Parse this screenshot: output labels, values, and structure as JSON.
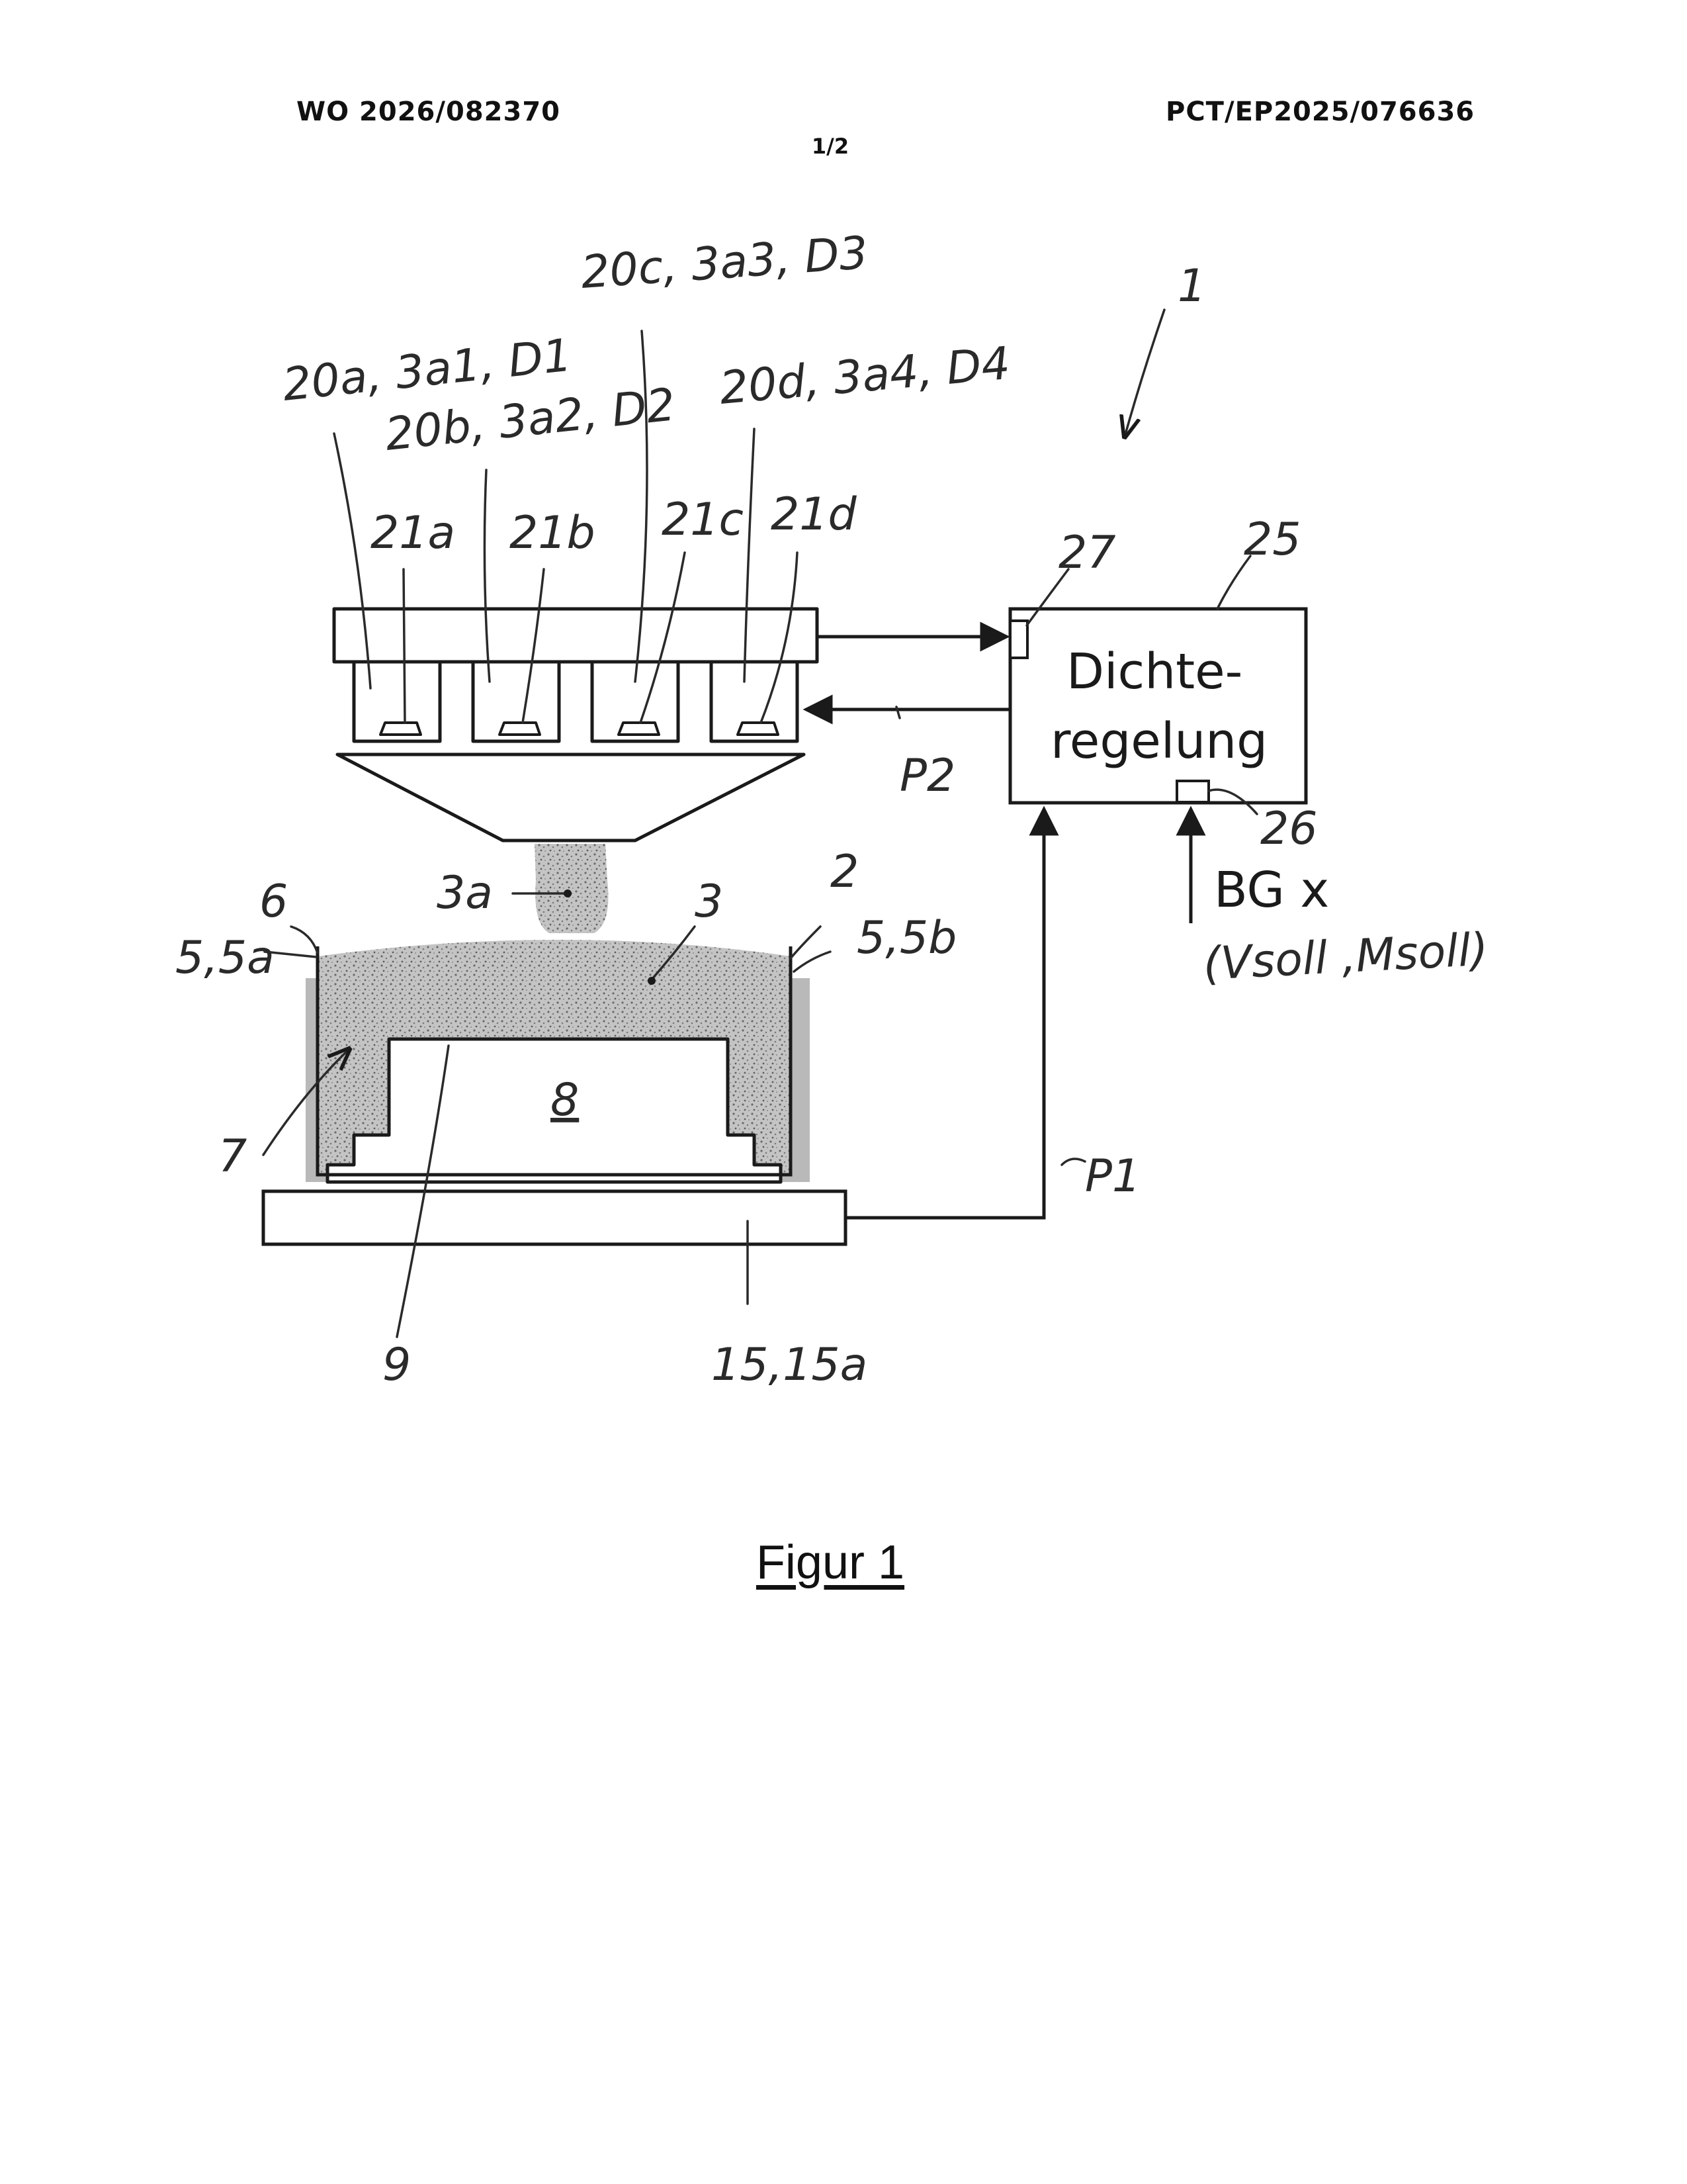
{
  "header": {
    "publication_number": "WO 2026/082370",
    "application_number": "PCT/EP2025/076636",
    "sheet": "1/2"
  },
  "figure": {
    "caption": "Figur 1",
    "controller": {
      "line1": "Dichte-",
      "line2": "regelung",
      "input_line1": "BG x",
      "input_line2": "(Vsoll ,Msoll)"
    },
    "labels": {
      "system": "1",
      "mold": "2",
      "material": "3",
      "stream": "3a",
      "wall_left": "5,5a",
      "wall_right": "5,5b",
      "rim": "6",
      "cavity": "7",
      "core": "8",
      "core_surface": "9",
      "scale": "15,15a",
      "doser_a": "20a, 3a1, D1",
      "doser_b": "20b, 3a2, D2",
      "doser_c": "20c, 3a3, D3",
      "doser_d": "20d, 3a4, D4",
      "outlet_a": "21a",
      "outlet_b": "21b",
      "outlet_c": "21c",
      "outlet_d": "21d",
      "controller_ref": "25",
      "setpoint_input": "26",
      "signal_input": "27",
      "signal_p1": "P1",
      "signal_p2": "P2"
    }
  },
  "colors": {
    "line": "#1a1a1a",
    "material_fill": "#a8a8a8",
    "wall_shadow": "#b9b9b9"
  }
}
